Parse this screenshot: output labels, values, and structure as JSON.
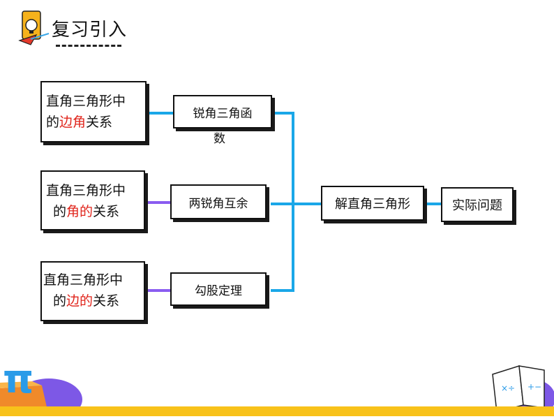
{
  "header": {
    "title": "复习引入",
    "icon": "lightbulb-paper-plane-icon"
  },
  "left_boxes": [
    {
      "line1": "直角三角形中",
      "line2_prefix": "的",
      "line2_highlight": "边角",
      "line2_suffix": "关系"
    },
    {
      "line1": "直角三角形中",
      "line2_prefix": "的",
      "line2_highlight": "角的",
      "line2_suffix": "关系"
    },
    {
      "line1": "直角三角形中",
      "line2_prefix": "的",
      "line2_highlight": "边的",
      "line2_suffix": "关系"
    }
  ],
  "middle_boxes": [
    {
      "label_main": "锐角三角函",
      "label_overflow": "数"
    },
    {
      "label": "两锐角互余"
    },
    {
      "label": "勾股定理"
    }
  ],
  "center_box": {
    "label": "解直角三角形"
  },
  "right_box": {
    "label": "实际问题"
  },
  "colors": {
    "connector": "#1aa7e8",
    "purple_connector": "#8a5cf0",
    "highlight": "#e0241b",
    "band": "#f8c21a"
  },
  "decor": {
    "pi_symbol": "π",
    "book_icon": "open-book-math-icon"
  }
}
